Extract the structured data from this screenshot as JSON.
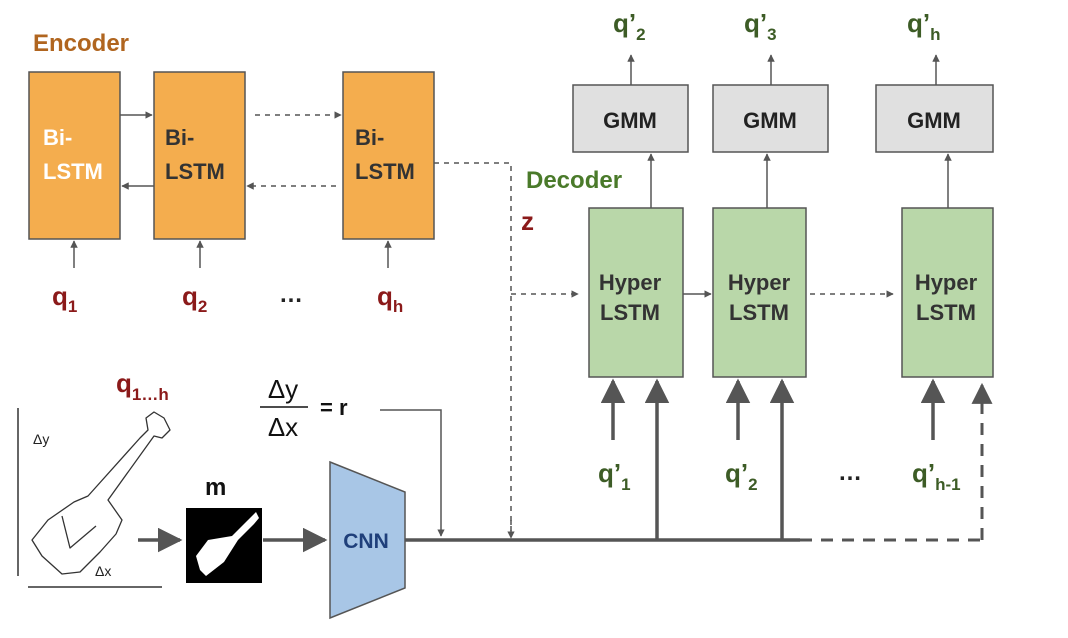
{
  "encoder": {
    "title": "Encoder",
    "title_color": "#b0651f",
    "cell_line1": "Bi-",
    "cell_line2": "LSTM",
    "inputs": [
      {
        "base": "q",
        "sub": "1"
      },
      {
        "base": "q",
        "sub": "2"
      },
      {
        "base": "q",
        "sub": "h"
      }
    ],
    "ellipsis": "…"
  },
  "decoder": {
    "title": "Decoder",
    "title_color": "#4a7a2a",
    "cell_line1": "Hyper",
    "cell_line2": "LSTM",
    "gmm_label": "GMM",
    "outputs": [
      {
        "base": "q’",
        "sub": "2"
      },
      {
        "base": "q’",
        "sub": "3"
      },
      {
        "base": "q’",
        "sub": "h"
      }
    ],
    "inputs": [
      {
        "base": "q’",
        "sub": "1"
      },
      {
        "base": "q’",
        "sub": "2"
      },
      {
        "base": "q’",
        "sub": "h-1"
      }
    ],
    "ellipsis": "…"
  },
  "latent": "z",
  "sketch": {
    "label_base": "q",
    "label_sub": "1…h",
    "dy": "Δy",
    "dx": "Δx"
  },
  "mask_label": "m",
  "ratio": {
    "numerator": "Δy",
    "denominator": "Δx",
    "equals": "= r"
  },
  "cnn_label": "CNN",
  "colors": {
    "lstm": "#f4ad4e",
    "hyper": "#b9d7a9",
    "gmm": "#e0e0e0",
    "cnn": "#a8c6e6",
    "query": "#8b1a1a",
    "decoded": "#3d5c26",
    "latent": "#8b1a1a"
  }
}
